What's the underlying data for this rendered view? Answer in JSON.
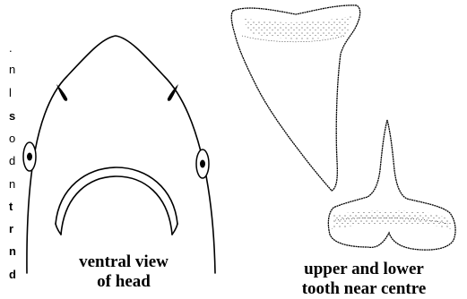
{
  "figure": {
    "caption_head": [
      "ventral view",
      "of head"
    ],
    "caption_teeth": [
      "upper and lower",
      "tooth near centre"
    ]
  },
  "cropped_text_fragments": [
    ".",
    "n",
    "l",
    "s",
    "o",
    "d",
    "n",
    "t",
    "r",
    "n",
    "d"
  ]
}
